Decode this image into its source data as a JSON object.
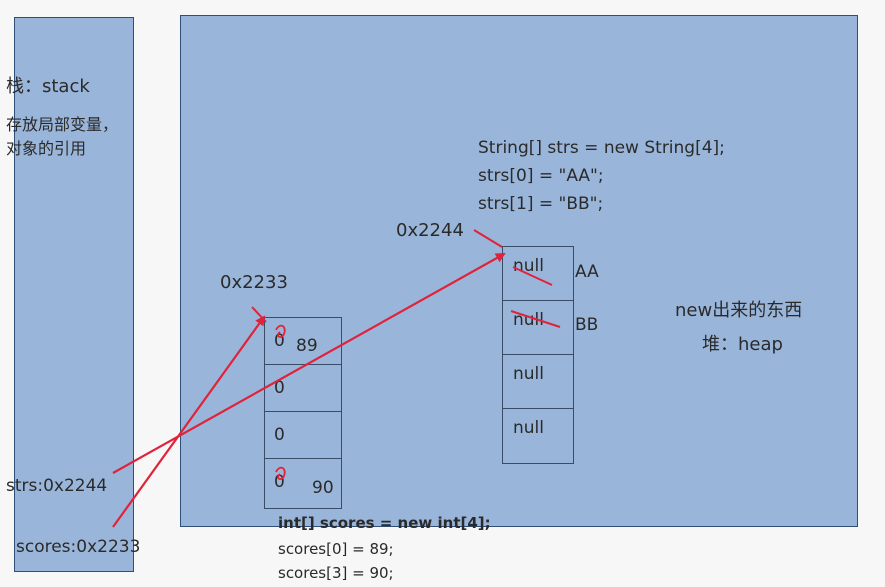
{
  "stack": {
    "title": "栈：stack",
    "desc_line1": "存放局部变量，",
    "desc_line2": "对象的引用",
    "var_strs": "strs:0x2244",
    "var_scores": "scores:0x2233"
  },
  "heap": {
    "title_line1": "new出来的东西",
    "title_line2": "堆：heap"
  },
  "addresses": {
    "int_array": "0x2233",
    "string_array": "0x2244"
  },
  "code_strings": {
    "line1": "String[] strs = new String[4];",
    "line2": "strs[0] = \"AA\";",
    "line3": "strs[1] = \"BB\";"
  },
  "code_ints": {
    "line1": "int[] scores = new int[4];",
    "line2": "scores[0] = 89;",
    "line3": "scores[3] = 90;"
  },
  "int_array": {
    "cells": [
      "0",
      "0",
      "0",
      "0"
    ],
    "new_first": "89",
    "new_last": "90"
  },
  "string_array": {
    "cells": [
      "null",
      "null",
      "null",
      "null"
    ],
    "new_first": "AA",
    "new_second": "BB"
  },
  "colors": {
    "panel": "#99b6da",
    "border": "#2f4f78",
    "arrow": "#e0223a"
  }
}
